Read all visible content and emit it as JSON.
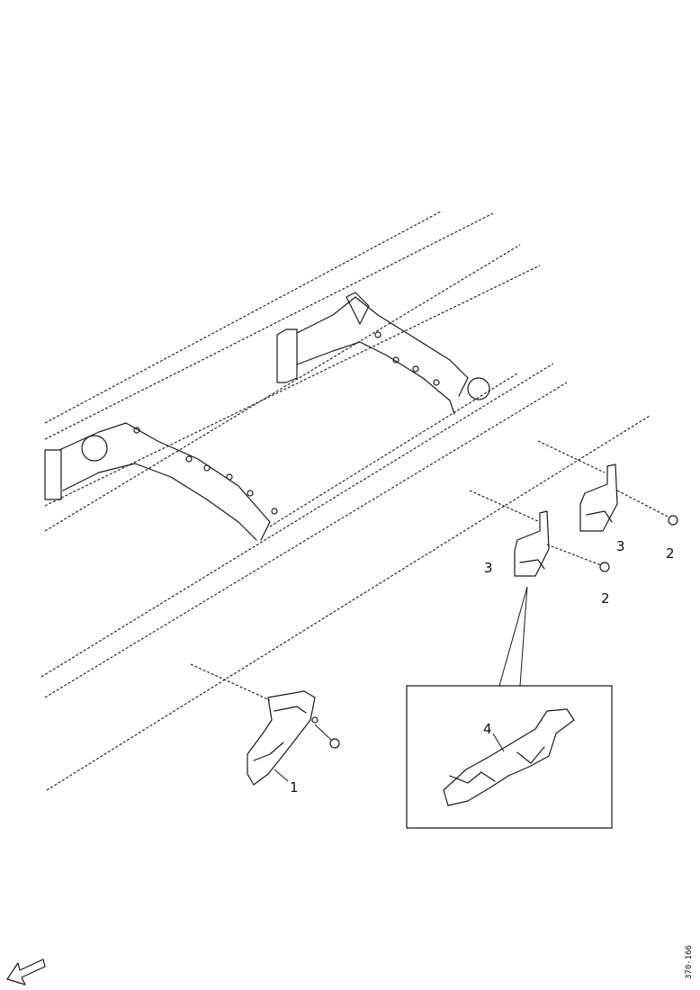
{
  "diagram": {
    "callouts": {
      "part1": "1",
      "part2_right": "2",
      "part2_mid": "2",
      "part3_right": "3",
      "part3_left": "3",
      "part4": "4"
    },
    "figure_code": "370-166",
    "icons": [
      "front-direction-arrow-icon"
    ]
  }
}
